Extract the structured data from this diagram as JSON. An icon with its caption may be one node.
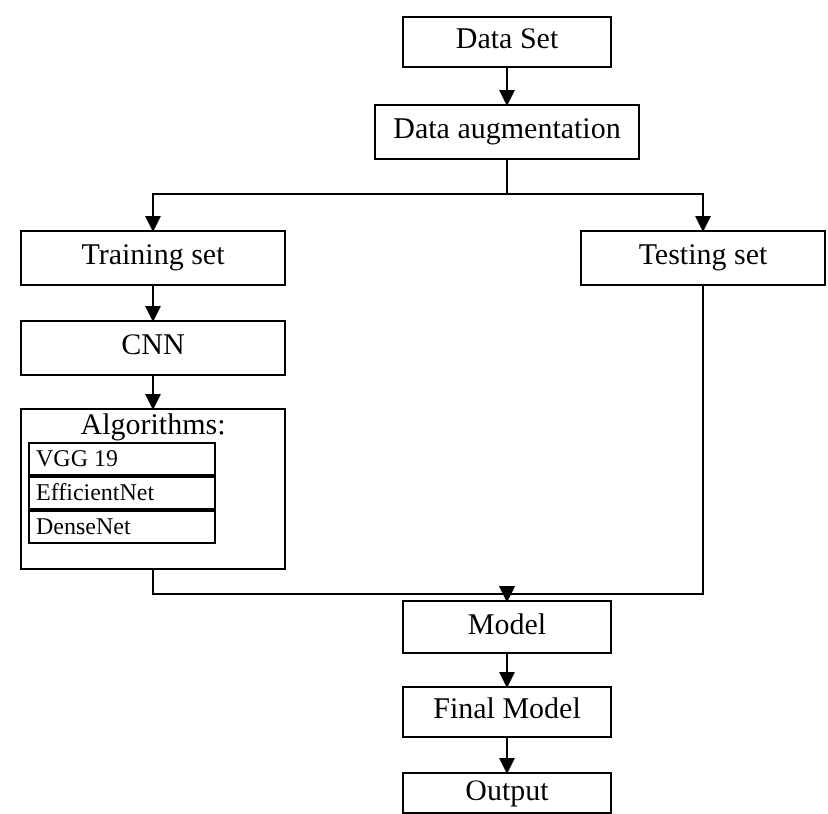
{
  "diagram": {
    "nodes": [
      {
        "text": [
          "Data Set"
        ]
      },
      {
        "text": [
          "Data augmentation"
        ]
      },
      {
        "text": [
          "Training set"
        ]
      },
      {
        "text": [
          "Testing set"
        ]
      },
      {
        "text": [
          "CNN"
        ]
      },
      {
        "text": [
          "Algorithms:"
        ]
      },
      {
        "text": [
          "VGG 19"
        ],
        "in": 5
      },
      {
        "text": [
          "EfficientNet"
        ],
        "in": 5
      },
      {
        "text": [
          "DenseNet"
        ],
        "in": 5
      },
      {
        "text": [
          "Model"
        ]
      },
      {
        "text": [
          "Final Model"
        ]
      },
      {
        "text": [
          "Output"
        ]
      }
    ],
    "edges": [
      {
        "from": 0,
        "to": 1,
        "arrow": "to"
      },
      {
        "from": 1,
        "to": 2,
        "arrow": "to"
      },
      {
        "from": 1,
        "to": 3,
        "arrow": "to"
      },
      {
        "from": 2,
        "to": 4,
        "arrow": "to"
      },
      {
        "from": 4,
        "to": 5,
        "arrow": "to"
      },
      {
        "from": 5,
        "to": 9,
        "arrow": "to"
      },
      {
        "from": 3,
        "to": 9,
        "arrow": "to"
      },
      {
        "from": 9,
        "to": 10,
        "arrow": "to"
      },
      {
        "from": 10,
        "to": 11,
        "arrow": "to"
      }
    ]
  }
}
